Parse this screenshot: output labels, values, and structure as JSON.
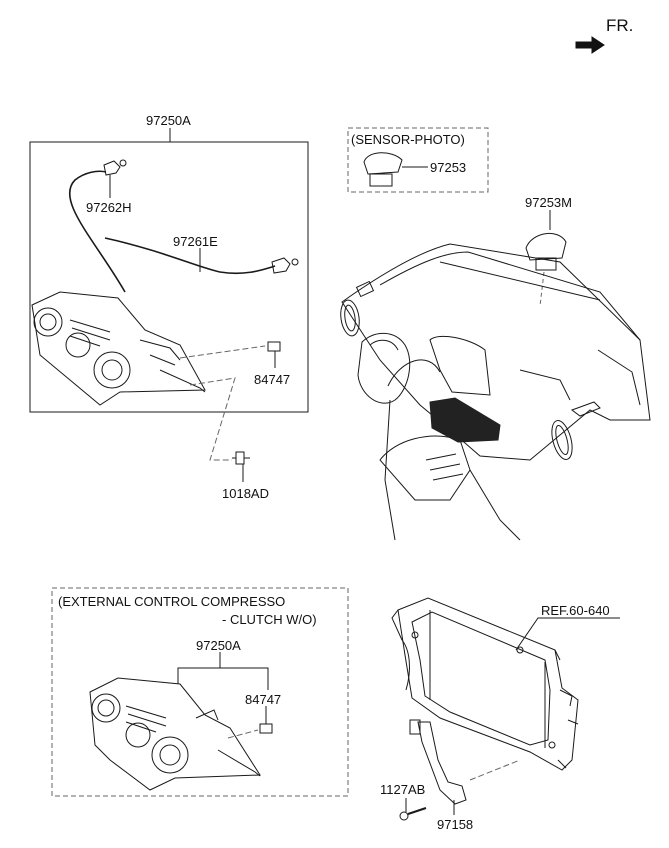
{
  "orientation": {
    "label": "FR.",
    "icon": "arrow-icon"
  },
  "labels": {
    "assembly_main": "97250A",
    "cable_1": "97262H",
    "cable_2": "97261E",
    "clip": "84747",
    "screw": "1018AD",
    "sensor_title": "(SENSOR-PHOTO)",
    "sensor_photo": "97253",
    "sensor_dash": "97253M",
    "ext_title_1": "(EXTERNAL CONTROL COMPRESSO",
    "ext_title_2": "- CLUTCH W/O)",
    "assembly_alt": "97250A",
    "clip_alt": "84747",
    "ref": "REF.60-640",
    "bolt": "1127AB",
    "bracket_sensor": "97158"
  },
  "colors": {
    "line": "#1a1a1a",
    "dash": "#666666",
    "dark": "#222222"
  }
}
